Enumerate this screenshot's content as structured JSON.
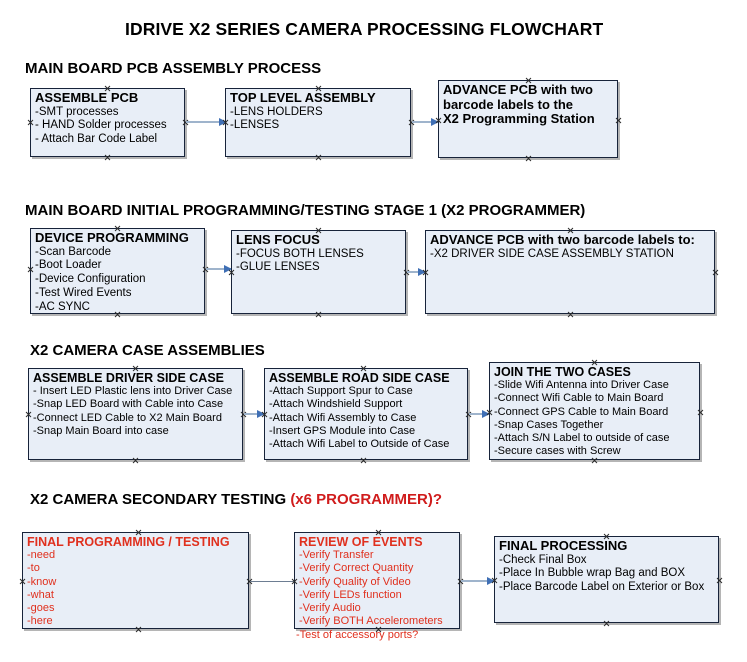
{
  "document": {
    "title": "IDRIVE X2  SERIES CAMERA PROCESSING FLOWCHART"
  },
  "colors": {
    "box_fill": "#e8eef7",
    "box_border": "#17233a",
    "red_text": "#e0301e",
    "title_red": "#d01c1c",
    "arrow": "#3f6fb5",
    "connector_line": "#9fb4cc"
  },
  "sections": [
    {
      "heading": "MAIN BOARD PCB ASSEMBLY PROCESS",
      "heading_suffix": "",
      "boxes": [
        {
          "title": "ASSEMBLE PCB",
          "lines": [
            "-SMT processes",
            "- HAND Solder processes",
            "- Attach Bar Code Label"
          ]
        },
        {
          "title": "TOP LEVEL ASSEMBLY",
          "lines": [
            "-LENS HOLDERS",
            "-LENSES"
          ]
        },
        {
          "title": "ADVANCE PCB with two",
          "lines": [
            "barcode labels to the",
            " X2 Programming Station"
          ]
        }
      ]
    },
    {
      "heading": "MAIN BOARD INITIAL PROGRAMMING/TESTING STAGE 1 (X2 PROGRAMMER)",
      "heading_suffix": "",
      "boxes": [
        {
          "title": "DEVICE PROGRAMMING",
          "lines": [
            "-Scan Barcode",
            "-Boot Loader",
            "-Device Configuration",
            "-Test Wired Events",
            "-AC SYNC"
          ]
        },
        {
          "title": "LENS FOCUS",
          "lines": [
            "-FOCUS BOTH LENSES",
            "-GLUE LENSES"
          ]
        },
        {
          "title": "ADVANCE PCB with two barcode labels to:",
          "lines": [
            "-X2 DRIVER  SIDE  CASE  ASSEMBLY STATION"
          ]
        }
      ]
    },
    {
      "heading": "X2 CAMERA CASE ASSEMBLIES",
      "heading_suffix": "",
      "boxes": [
        {
          "title": "ASSEMBLE DRIVER SIDE CASE",
          "lines": [
            "- Insert LED Plastic lens into Driver Case",
            "-Snap LED Board with Cable into Case",
            "-Connect LED Cable to X2 Main Board",
            "-Snap Main Board into case"
          ]
        },
        {
          "title": "ASSEMBLE ROAD SIDE CASE",
          "lines": [
            "-Attach Support Spur to Case",
            "-Attach Windshield Support",
            "-Attach Wifi Assembly to Case",
            "-Insert GPS Module into Case",
            "-Attach Wifi Label to Outside of Case"
          ]
        },
        {
          "title": "JOIN THE TWO CASES",
          "lines": [
            "-Slide Wifi Antenna into Driver Case",
            "-Connect Wifi Cable to Main Board",
            "-Connect GPS Cable to Main Board",
            "-Snap Cases Together",
            "-Attach S/N Label to outside of case",
            "-Secure cases with Screw"
          ]
        }
      ]
    },
    {
      "heading": "X2 CAMERA SECONDARY TESTING ",
      "heading_suffix": "(x6 PROGRAMMER)?",
      "boxes": [
        {
          "title": "FINAL PROGRAMMING / TESTING",
          "lines": [
            "-need",
            "-to",
            "-know",
            "-what",
            "-goes",
            "-here"
          ]
        },
        {
          "title": "REVIEW OF EVENTS",
          "lines": [
            "-Verify Transfer",
            "-Verify Correct Quantity",
            "-Verify Quality of Video",
            "-Verify LEDs function",
            "-Verify Audio",
            "-Verify BOTH Accelerometers"
          ],
          "overflow_line": "-Test of accessory ports?"
        },
        {
          "title": "FINAL PROCESSING",
          "lines": [
            " -Check Final Box",
            "-Place In Bubble wrap Bag and BOX",
            "-Place Barcode Label on Exterior or Box"
          ]
        }
      ]
    }
  ]
}
